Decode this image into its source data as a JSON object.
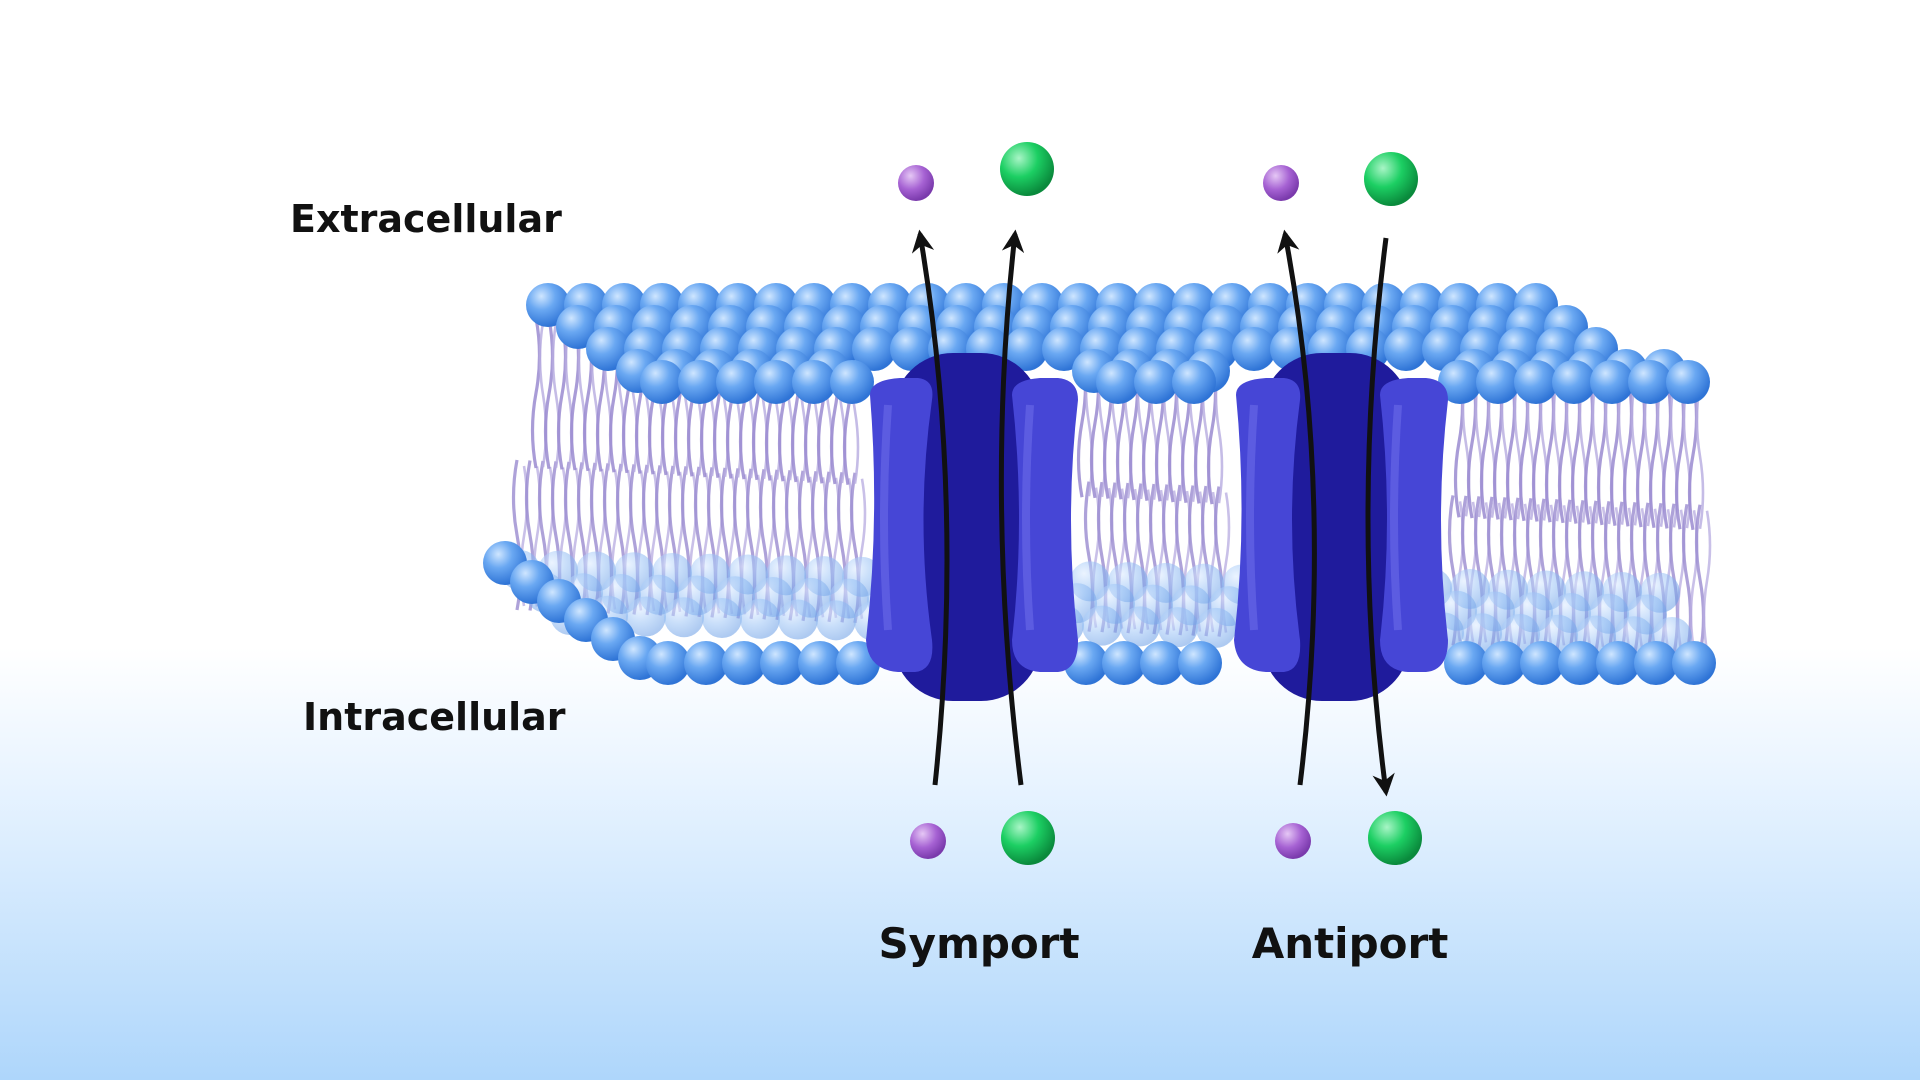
{
  "labels": {
    "extracellular": "Extracellular",
    "intracellular": "Intracellular",
    "symport": "Symport",
    "antiport": "Antiport"
  },
  "colors": {
    "lipid_head": "#4f95ef",
    "lipid_tail": "#9a8bd0",
    "transporter": "#3c3fd0",
    "small_ion": "#a25bd0",
    "large_ion": "#16c45a",
    "arrow": "#111111"
  }
}
